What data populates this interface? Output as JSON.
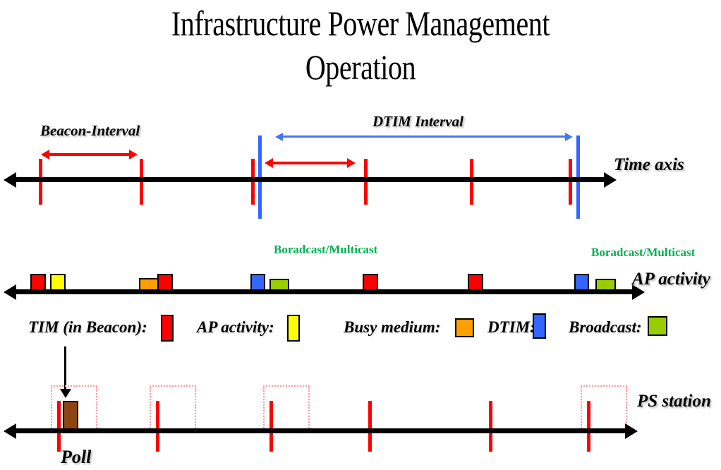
{
  "slide": {
    "title_line1": "Infrastructure Power Management",
    "title_line2": "Operation"
  },
  "colors": {
    "tim_red": "#ff0000",
    "ap_activity_yellow": "#ffff00",
    "busy_medium_orange": "#ffa000",
    "dtim_blue": "#3366ff",
    "broadcast_green": "#9acd00",
    "poll_brown": "#8b4513",
    "multicast_label_green": "#00b050",
    "axis_black": "#000000",
    "ps_window_dotted": "#ff9999"
  },
  "time_axis": {
    "row_label": "Time axis",
    "beacon_interval_label": "Beacon-Interval",
    "dtim_interval_label": "DTIM Interval",
    "beacon_ticks_x": [
      55,
      198,
      356,
      516,
      666,
      806
    ],
    "dtim_lines_x": [
      366,
      817
    ]
  },
  "ap_activity": {
    "row_label": "AP activity",
    "broadcast_note_left": "Boradcast/Multicast",
    "broadcast_note_right": "Boradcast/Multicast",
    "events": [
      {
        "type": "TIM",
        "color": "#ff0000"
      },
      {
        "type": "AP activity",
        "color": "#ffff00"
      },
      {
        "type": "Busy medium",
        "color": "#ffa000"
      },
      {
        "type": "TIM",
        "color": "#ff0000"
      },
      {
        "type": "DTIM",
        "color": "#3366ff"
      },
      {
        "type": "Broadcast",
        "color": "#9acd00"
      },
      {
        "type": "TIM",
        "color": "#ff0000"
      },
      {
        "type": "TIM",
        "color": "#ff0000"
      },
      {
        "type": "DTIM",
        "color": "#3366ff"
      },
      {
        "type": "Broadcast",
        "color": "#9acd00"
      }
    ]
  },
  "legend": {
    "items": [
      {
        "label": "TIM (in Beacon):",
        "color": "#ff0000"
      },
      {
        "label": "AP activity:",
        "color": "#ffff00"
      },
      {
        "label": "Busy medium:",
        "color": "#ffa000"
      },
      {
        "label": "DTIM:",
        "color": "#3366ff"
      },
      {
        "label": "Broadcast:",
        "color": "#9acd00"
      }
    ]
  },
  "ps_station": {
    "row_label": "PS station",
    "poll_label": "Poll",
    "ticks_x": [
      82,
      222,
      383,
      523,
      694,
      833
    ],
    "awake_windows_x": [
      72,
      212,
      373,
      823
    ]
  }
}
